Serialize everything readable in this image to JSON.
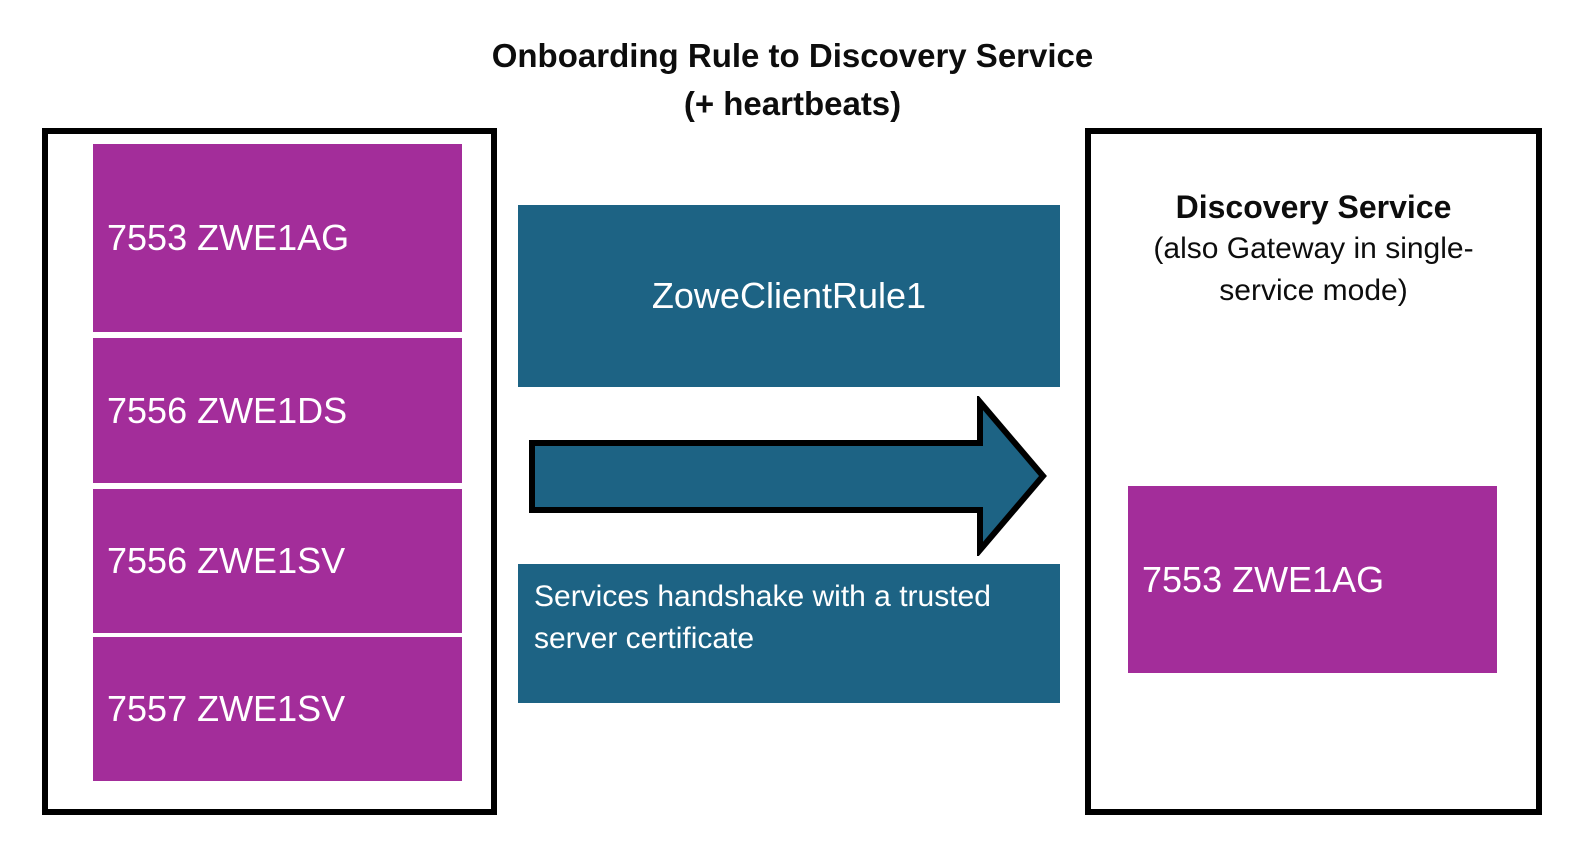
{
  "title": {
    "line1": "Onboarding Rule to Discovery Service",
    "line2": "(+ heartbeats)"
  },
  "left_panel": {
    "services": [
      {
        "label": "7553 ZWE1AG"
      },
      {
        "label": "7556 ZWE1DS"
      },
      {
        "label": "7556 ZWE1SV"
      },
      {
        "label": "7557 ZWE1SV"
      }
    ]
  },
  "middle": {
    "rule_label": "ZoweClientRule1",
    "arrow": "right-arrow",
    "handshake_note": "Services handshake with a trusted server certificate"
  },
  "right_panel": {
    "title": "Discovery Service",
    "subtitle": "(also Gateway in single-service mode)",
    "service": {
      "label": "7553 ZWE1AG"
    }
  },
  "colors": {
    "magenta": "#a32d9a",
    "teal": "#1d6384",
    "border": "#000000",
    "text_on_color": "#ffffff",
    "title_text": "#0d0d0d"
  }
}
